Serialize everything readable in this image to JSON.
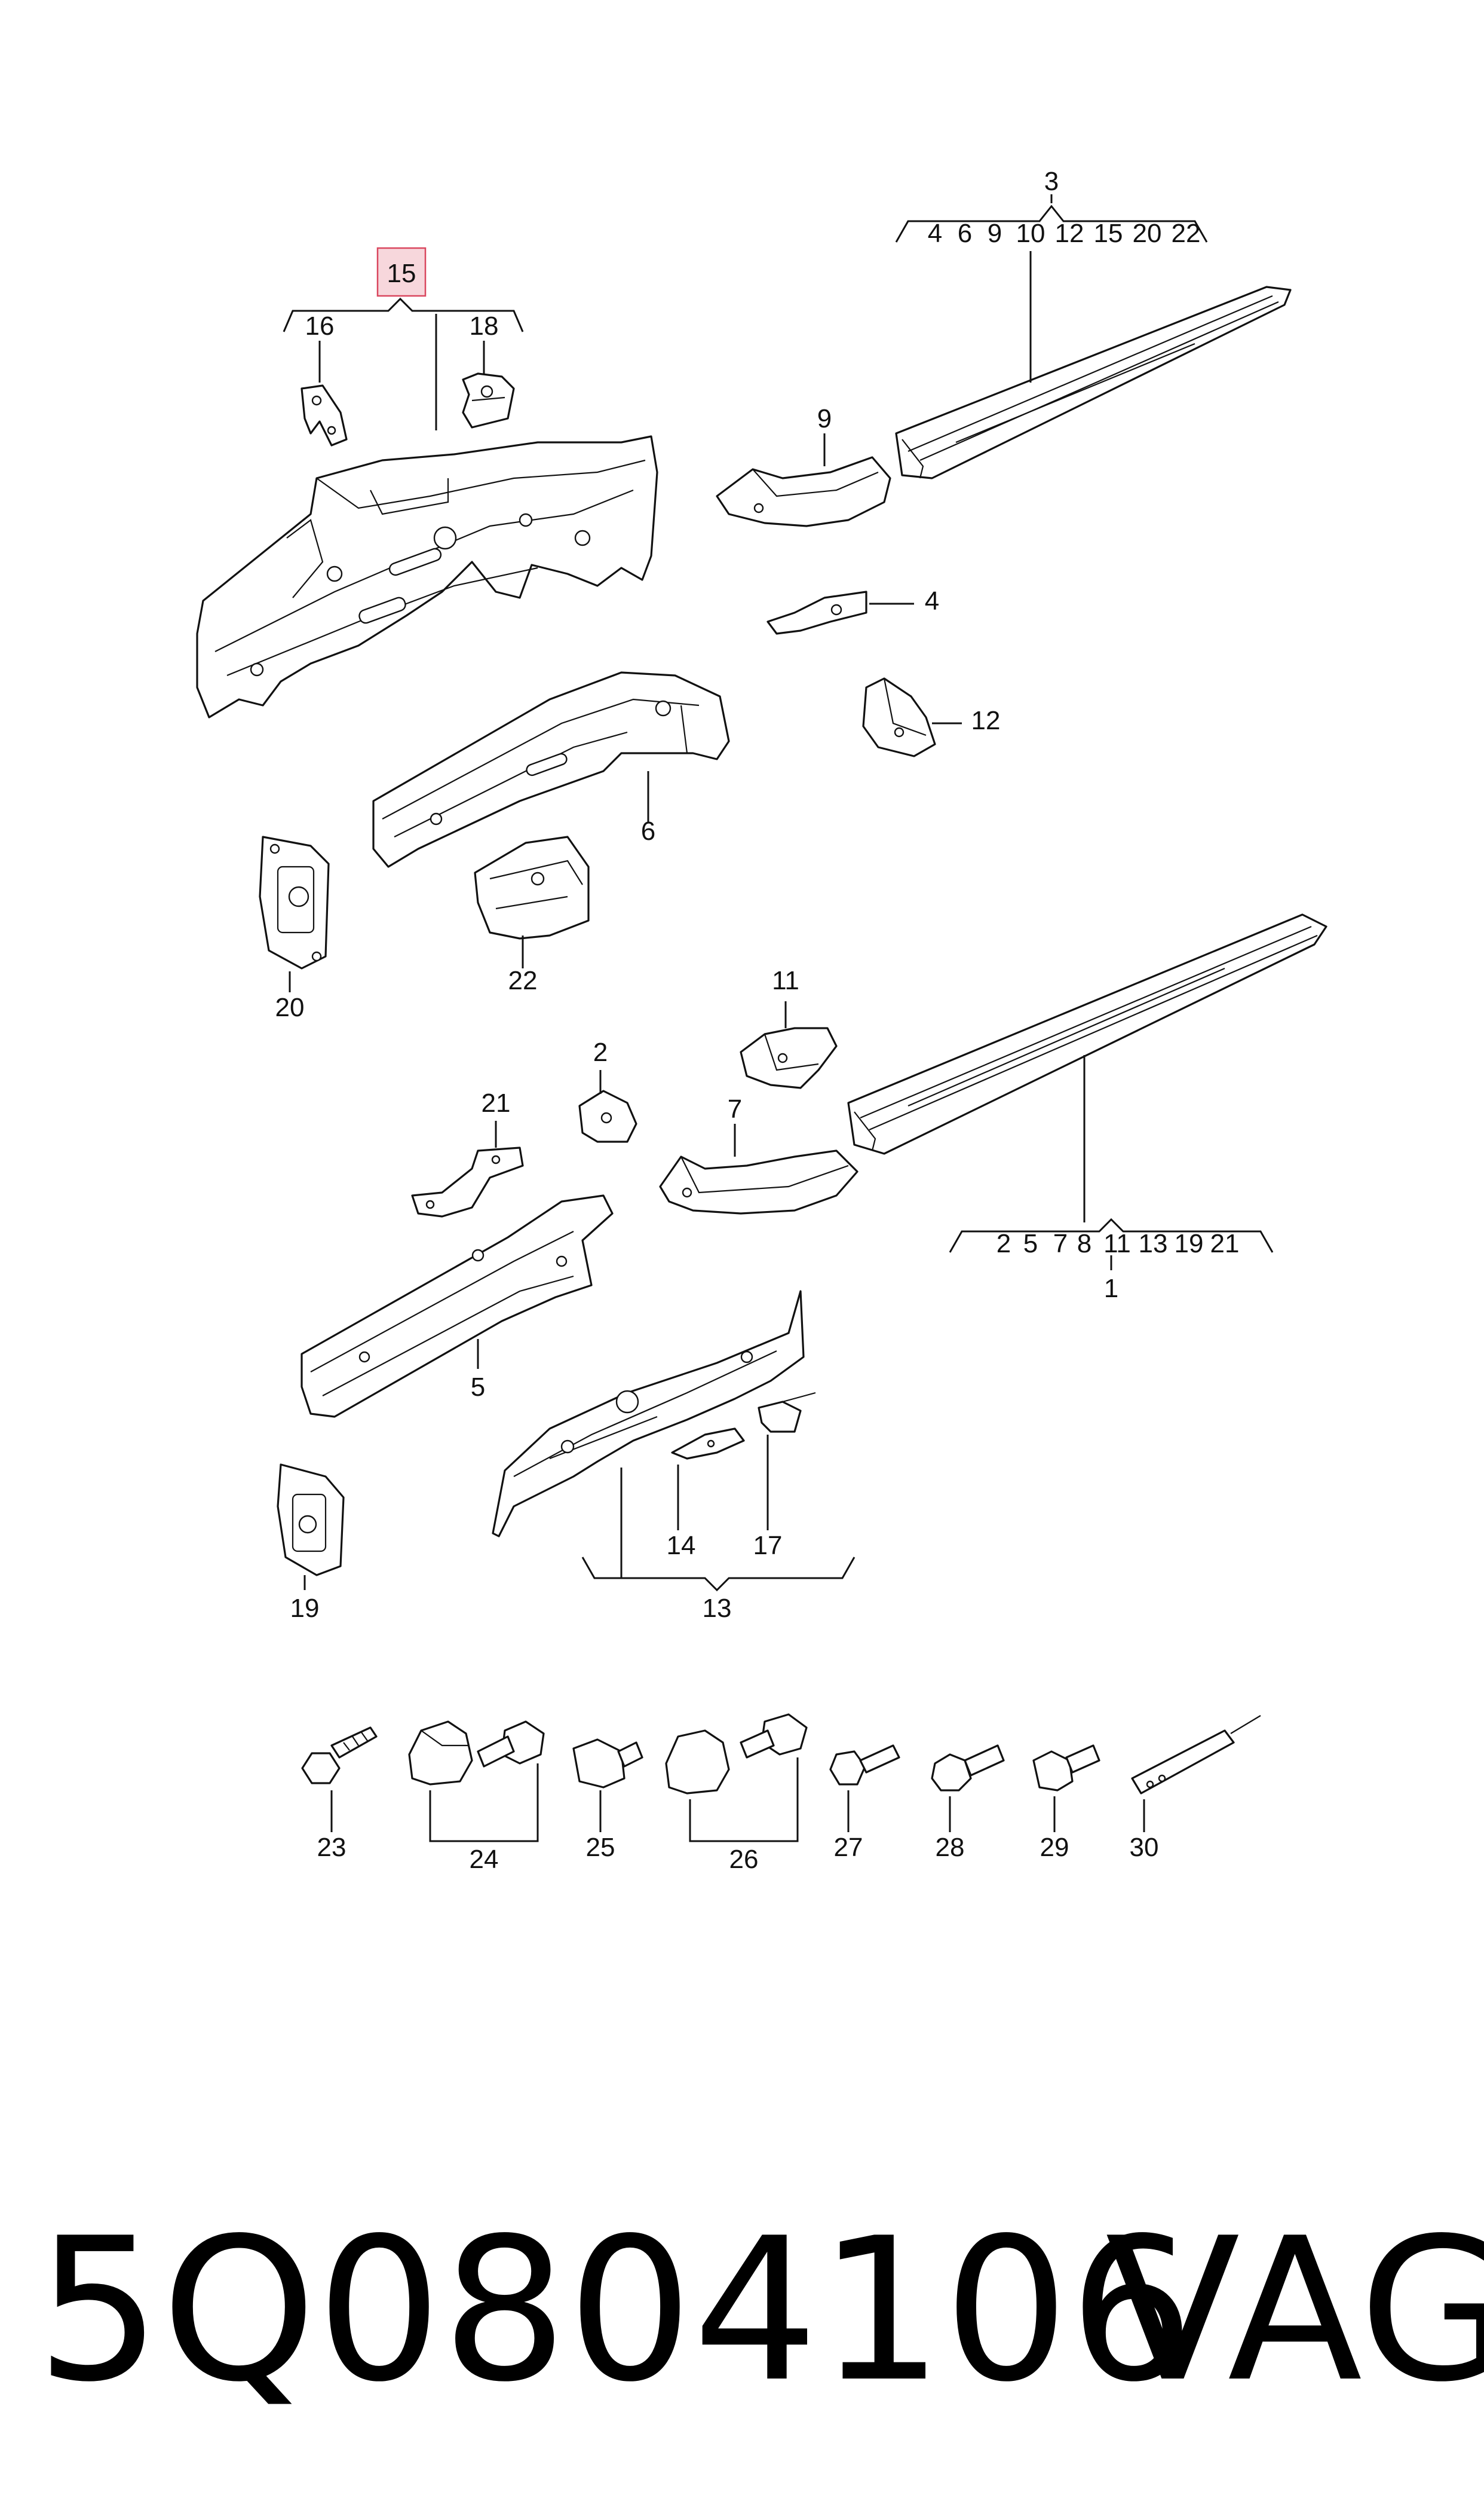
{
  "diagram": {
    "highlighted_item": "15",
    "highlight_color": "#f7d7dc",
    "callouts": {
      "c1": "1",
      "c2": "2",
      "c3": "3",
      "c4": "4",
      "c5": "5",
      "c6": "6",
      "c7": "7",
      "c9": "9",
      "c11": "11",
      "c12": "12",
      "c13": "13",
      "c14": "14",
      "c15": "15",
      "c16": "16",
      "c17": "17",
      "c18": "18",
      "c19": "19",
      "c20": "20",
      "c21": "21",
      "c22": "22",
      "c23": "23",
      "c24": "24",
      "c25": "25",
      "c26": "26",
      "c27": "27",
      "c28": "28",
      "c29": "29",
      "c30": "30"
    },
    "group3_subparts": [
      "4",
      "6",
      "9",
      "10",
      "12",
      "15",
      "20",
      "22"
    ],
    "group1_subparts": [
      "2",
      "5",
      "7",
      "8",
      "11",
      "13",
      "19",
      "21"
    ]
  },
  "footer": {
    "part_number": "5Q0804106",
    "brand": "VAG"
  }
}
